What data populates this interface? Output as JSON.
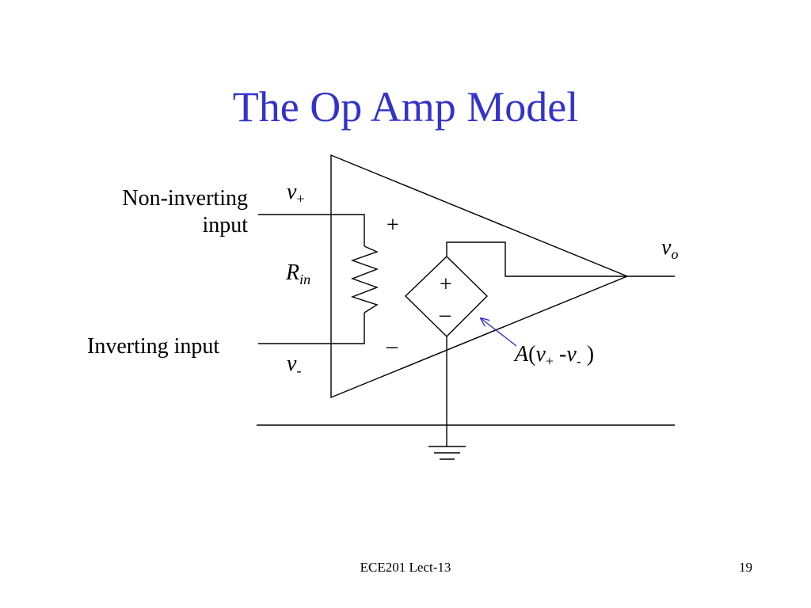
{
  "slide": {
    "title": "The Op Amp Model",
    "footer_center": "ECE201 Lect-13",
    "page_number": "19"
  },
  "diagram": {
    "labels": {
      "non_inverting_line1": "Non-inverting",
      "non_inverting_line2": "input",
      "inverting_input": "Inverting input",
      "v_plus_symbol": "v",
      "v_plus_subscript": "+",
      "v_minus_symbol": "v",
      "v_minus_subscript": "-",
      "r_in_symbol": "R",
      "r_in_subscript": "in",
      "vo_symbol": "v",
      "vo_subscript": "o",
      "input_plus": "+",
      "input_minus": "–",
      "source_plus": "+",
      "source_minus": "–",
      "gain_A": "A",
      "gain_open": "(",
      "gain_v1": "v",
      "gain_v1_sub": "+",
      "gain_sep": " -",
      "gain_v2": "v",
      "gain_v2_sub": "-",
      "gain_close": " )"
    },
    "colors": {
      "title": "#3333cc",
      "arrow": "#3333cc",
      "wires": "#000000"
    }
  }
}
